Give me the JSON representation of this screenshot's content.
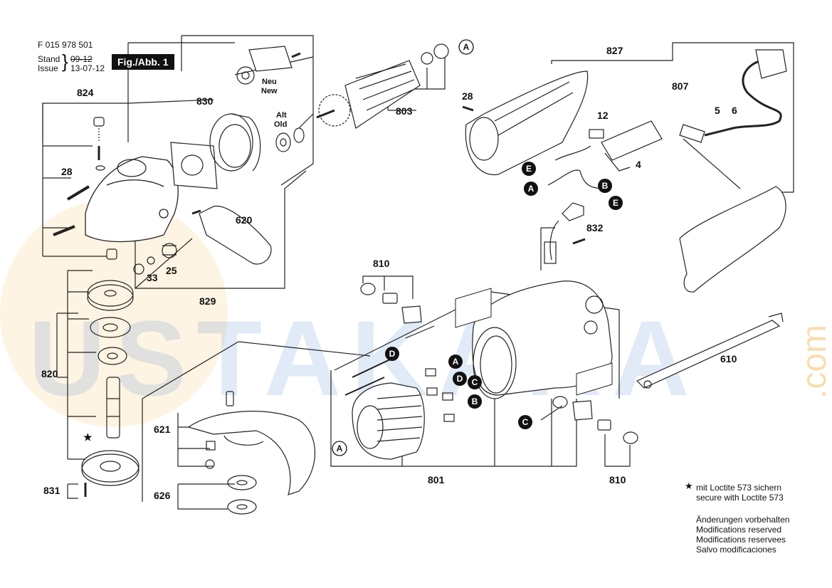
{
  "header": {
    "doc_number": "F 015 978 501",
    "stand_label": "Stand",
    "issue_label": "Issue",
    "old_date": "09-12",
    "new_date": "13-07-12",
    "figure_label": "Fig./Abb. 1"
  },
  "labels": {
    "neu_new": [
      "Neu",
      "New"
    ],
    "alt_old": [
      "Alt",
      "Old"
    ]
  },
  "parts": {
    "p824": "824",
    "p28_left": "28",
    "p830": "830",
    "p803": "803",
    "p620": "620",
    "p33": "33",
    "p25": "25",
    "p829": "829",
    "p820": "820",
    "p621": "621",
    "p626": "626",
    "p831": "831",
    "p827": "827",
    "p28_right": "28",
    "p12": "12",
    "p807": "807",
    "p5": "5",
    "p6": "6",
    "p4": "4",
    "p832": "832",
    "p810_top": "810",
    "p810_bottom": "810",
    "p801": "801",
    "p610": "610"
  },
  "connectors": [
    "A",
    "A",
    "A",
    "B",
    "B",
    "C",
    "C",
    "D",
    "D",
    "E",
    "E"
  ],
  "notes": {
    "loctite_de": "mit Loctite 573 sichern",
    "loctite_en": "secure with Loctite 573",
    "mods_de": "Änderungen vorbehalten",
    "mods_en": "Modifications reserved",
    "mods_fr": "Modifications reservees",
    "mods_es": "Salvo modificaciones",
    "star": "★"
  },
  "watermark": {
    "text": "USTAKARA",
    "domain": ".com",
    "color_blue": "#1f63c8",
    "color_orange": "#f0a020"
  }
}
